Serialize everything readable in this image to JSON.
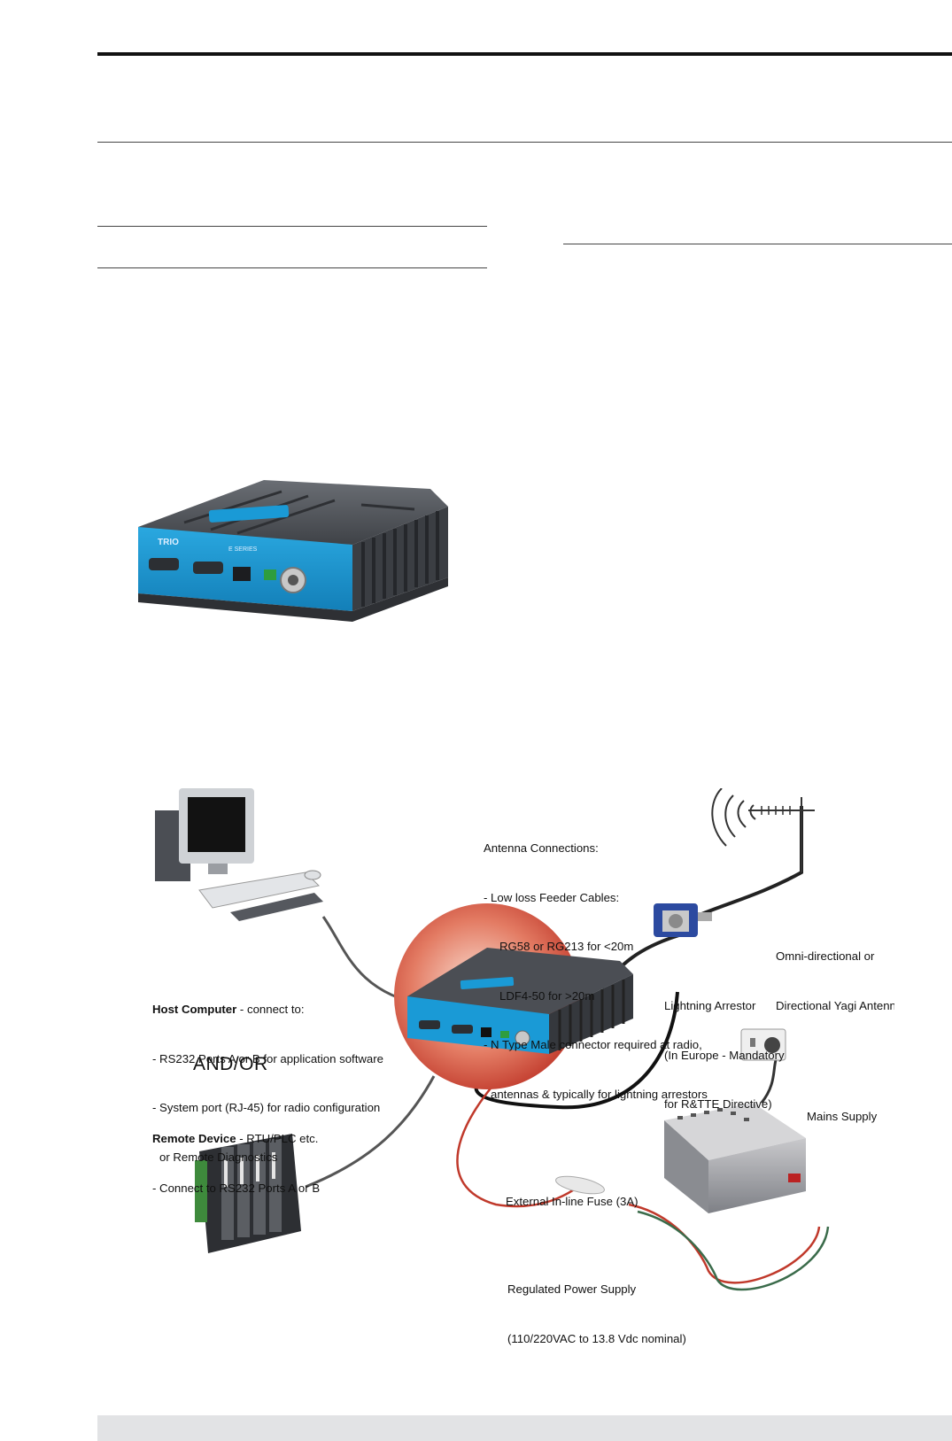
{
  "diagram": {
    "antenna_connections": {
      "title": "Antenna Connections:",
      "line1": "- Low loss Feeder Cables:",
      "line2": "RG58 or RG213 for <20m",
      "line3": "LDF4-50 for >20m",
      "line4": "- N Type Male connector required at radio,",
      "line5": "antennas & typically for lightning arrestors"
    },
    "antenna_label": {
      "line1": "Omni-directional or",
      "line2": "Directional Yagi Antenna"
    },
    "lightning_arrestor": {
      "line1": "Lightning Arrestor",
      "line2": "(In Europe - Mandatory",
      "line3": "for R&TTE Directive)"
    },
    "host_computer": {
      "heading": "Host Computer",
      "heading_suffix": " - connect to:",
      "line1": "- RS232 Ports A or B for application software",
      "line2": "- System port (RJ-45) for radio configuration",
      "line3": "or Remote Diagnostics"
    },
    "and_or": "AND/OR",
    "remote_device": {
      "heading": "Remote Device",
      "heading_suffix": " - RTU/PLC etc.",
      "line1": "- Connect to RS232 Ports A or B"
    },
    "mains_supply": "Mains Supply",
    "fuse": "External In-line Fuse (3A)",
    "power_supply": {
      "line1": "Regulated Power Supply",
      "line2": "(110/220VAC to 13.8 Vdc nominal)"
    }
  },
  "product_photo": {
    "brand": "TRIO",
    "series": "E SERIES"
  },
  "colors": {
    "radio_body": "#4a4d52",
    "radio_panel": "#1a9ad6",
    "glow": "#d9534f",
    "cable": "#3a3a3a",
    "power_red": "#c0392b",
    "footer": "#e2e3e5"
  }
}
